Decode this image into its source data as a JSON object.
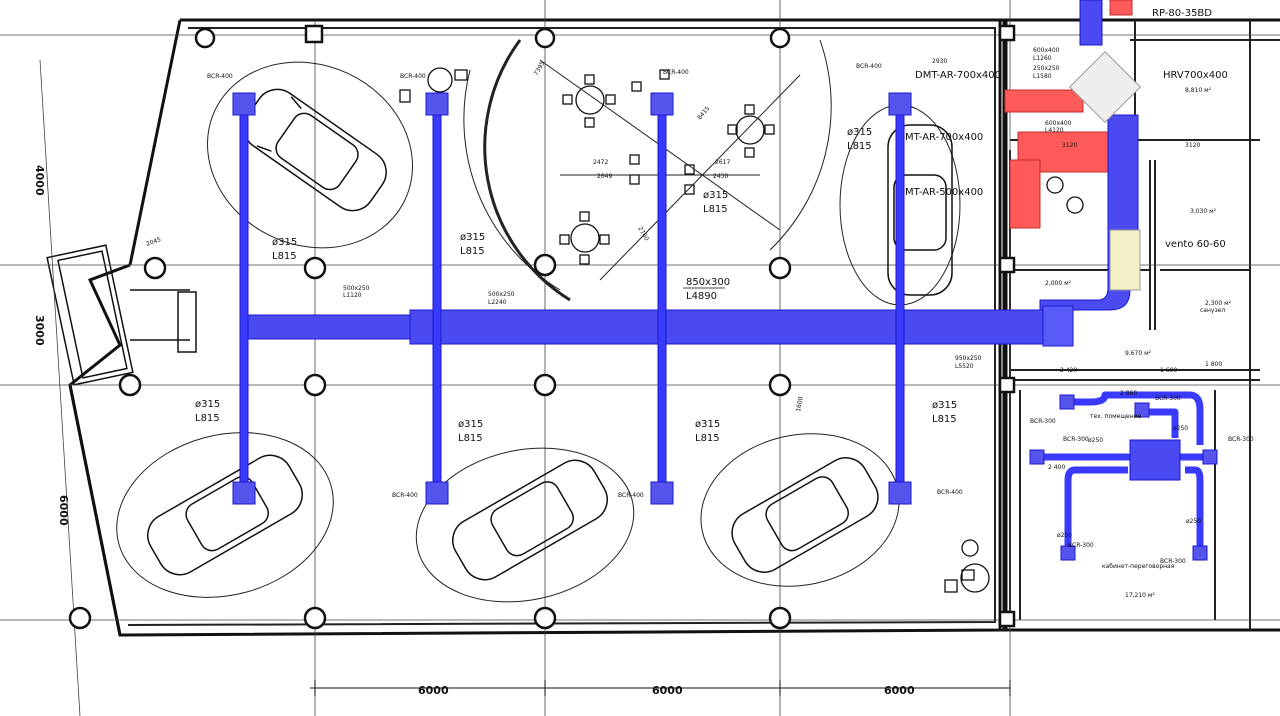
{
  "colors": {
    "duct": "#3a3aff",
    "duct_dark": "#1a1acc",
    "grille": "#5555ee",
    "exhaust": "#ff5a5a",
    "ink": "#111111"
  },
  "labels": {
    "main_duct_size": "850x300",
    "main_duct_length": "L4890",
    "branch_diameter": "ø315",
    "branch_length": "L815",
    "grille_bcr400": "BCR-400",
    "grille_bcr300": "BCR-300",
    "dmt_700": "DMT-AR-700x400",
    "hrv": "HRV700x400",
    "rp": "RP-80-35BD",
    "dmt_mid_1": "MT-AR-700x400",
    "dmt_mid_2": "MT-AR-500x400",
    "vento": "vento 60-60",
    "d250": "ø250",
    "area_1": "9,670 м²",
    "area_2": "8,810 м²",
    "area_3": "3,030 м²",
    "area_4": "2,300 м²",
    "area_5": "2,000 м²",
    "area_6": "17,210 м²",
    "small_500x250": "500x250",
    "small_L1120": "L1120",
    "small_L2240": "L2240",
    "sm_600x400": "600x400",
    "sm_L1260": "L1260",
    "sm_250x250": "250x250",
    "sm_L1580": "L1580",
    "sm_L4120": "L4120",
    "sm_950x250": "950x250",
    "sm_L5520": "L5520",
    "dim_2472": "2472",
    "dim_2617": "2617",
    "dim_2649": "2649",
    "dim_2430": "2430",
    "dim_2930": "2930",
    "dim_3120a": "3120",
    "dim_3120b": "3120",
    "dim_1800": "1 800",
    "dim_2400": "2 400",
    "dim_2860": "2 860",
    "dim_2420": "2 420",
    "dim_1600": "1 600",
    "dim_7395": "7395",
    "dim_8415": "8415",
    "dim_2045": "2045",
    "dim_2760": "2760",
    "dim_1600_r": "1600",
    "dim_6000_a": "6000",
    "dim_6000_b": "6000",
    "dim_6000_c": "6000",
    "dim_4000": "4000",
    "dim_3000": "3000",
    "dim_6000_left": "6000",
    "room_sanuzel": "санузел",
    "room_tech": "тех. помещение",
    "room_cabinet": "кабинет-переговорная"
  }
}
